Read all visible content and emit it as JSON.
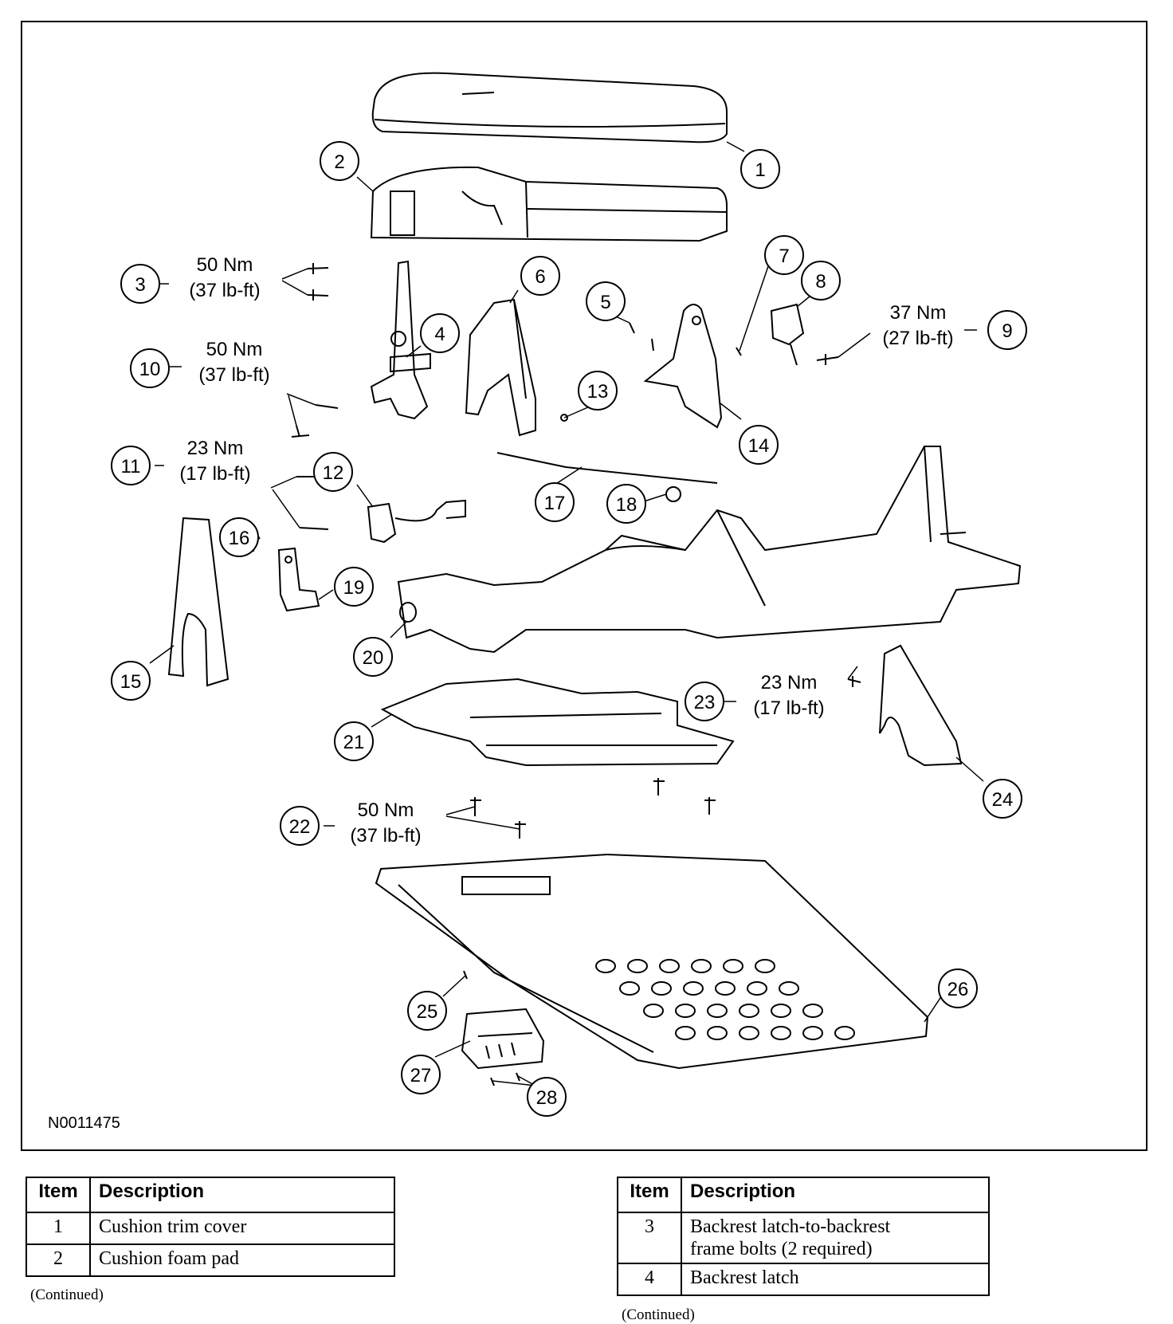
{
  "figure_id": "N0011475",
  "callouts": [
    {
      "num": "1"
    },
    {
      "num": "2"
    },
    {
      "num": "3"
    },
    {
      "num": "4"
    },
    {
      "num": "5"
    },
    {
      "num": "6"
    },
    {
      "num": "7"
    },
    {
      "num": "8"
    },
    {
      "num": "9"
    },
    {
      "num": "10"
    },
    {
      "num": "11"
    },
    {
      "num": "12"
    },
    {
      "num": "13"
    },
    {
      "num": "14"
    },
    {
      "num": "15"
    },
    {
      "num": "16"
    },
    {
      "num": "17"
    },
    {
      "num": "18"
    },
    {
      "num": "19"
    },
    {
      "num": "20"
    },
    {
      "num": "21"
    },
    {
      "num": "22"
    },
    {
      "num": "23"
    },
    {
      "num": "24"
    },
    {
      "num": "25"
    },
    {
      "num": "26"
    },
    {
      "num": "27"
    },
    {
      "num": "28"
    }
  ],
  "torques": [
    {
      "item": "3",
      "nm": "50 Nm",
      "lbft": "(37 lb-ft)"
    },
    {
      "item": "9",
      "nm": "37 Nm",
      "lbft": "(27 lb-ft)"
    },
    {
      "item": "10",
      "nm": "50 Nm",
      "lbft": "(37 lb-ft)"
    },
    {
      "item": "11",
      "nm": "23 Nm",
      "lbft": "(17 lb-ft)"
    },
    {
      "item": "23",
      "nm": "23 Nm",
      "lbft": "(17 lb-ft)"
    },
    {
      "item": "22",
      "nm": "50 Nm",
      "lbft": "(37 lb-ft)"
    }
  ],
  "table_header": {
    "item": "Item",
    "description": "Description"
  },
  "table_left": [
    {
      "item": "1",
      "description": "Cushion trim cover"
    },
    {
      "item": "2",
      "description": "Cushion foam pad"
    }
  ],
  "table_right": [
    {
      "item": "3",
      "description_line1": "Backrest latch-to-backrest",
      "description_line2": "frame bolts (2 required)"
    },
    {
      "item": "4",
      "description_line1": "Backrest latch",
      "description_line2": ""
    }
  ],
  "continued": "(Continued)"
}
